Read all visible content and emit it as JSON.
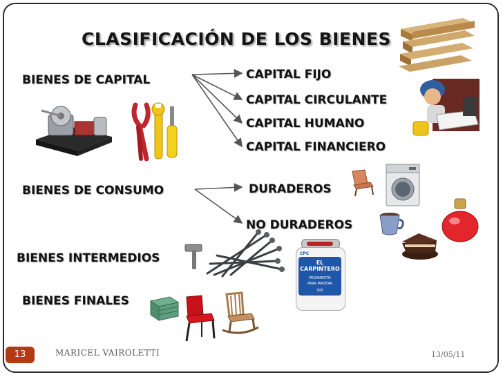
{
  "slide": {
    "title": "CLASIFICACIÓN DE LOS BIENES",
    "footer": {
      "slide_number": "13",
      "author": "MARICEL VAIROLETTI",
      "date": "13/05/11"
    }
  },
  "categories": {
    "capital": {
      "label": "BIENES DE CAPITAL",
      "subtypes": [
        "CAPITAL FIJO",
        "CAPITAL CIRCULANTE",
        "CAPITAL HUMANO",
        "CAPITAL FINANCIERO"
      ]
    },
    "consumo": {
      "label": "BIENES DE CONSUMO",
      "subtypes": [
        "DURADEROS",
        "NO DURADEROS"
      ]
    },
    "intermedios": {
      "label": "BIENES INTERMEDIOS"
    },
    "finales": {
      "label": "BIENES FINALES"
    }
  },
  "glue_label": {
    "brand": "EL CARPINTERO",
    "line1": "PEGAMENTO",
    "line2": "PARA MADERA",
    "badge": "CPC",
    "weight": "500"
  },
  "colors": {
    "text": "#121212",
    "badge": "#b23a16",
    "arrow": "#555555"
  },
  "icons": [
    "lumber-icon",
    "machine-icon",
    "tools-icon",
    "worker-icon",
    "washer-icon",
    "chair-icon",
    "coffee-cup-icon",
    "cake-icon",
    "perfume-icon",
    "hammer-icon",
    "nails-icon",
    "glue-bottle-icon",
    "crate-icon",
    "red-chair-icon",
    "rocking-chair-icon"
  ]
}
